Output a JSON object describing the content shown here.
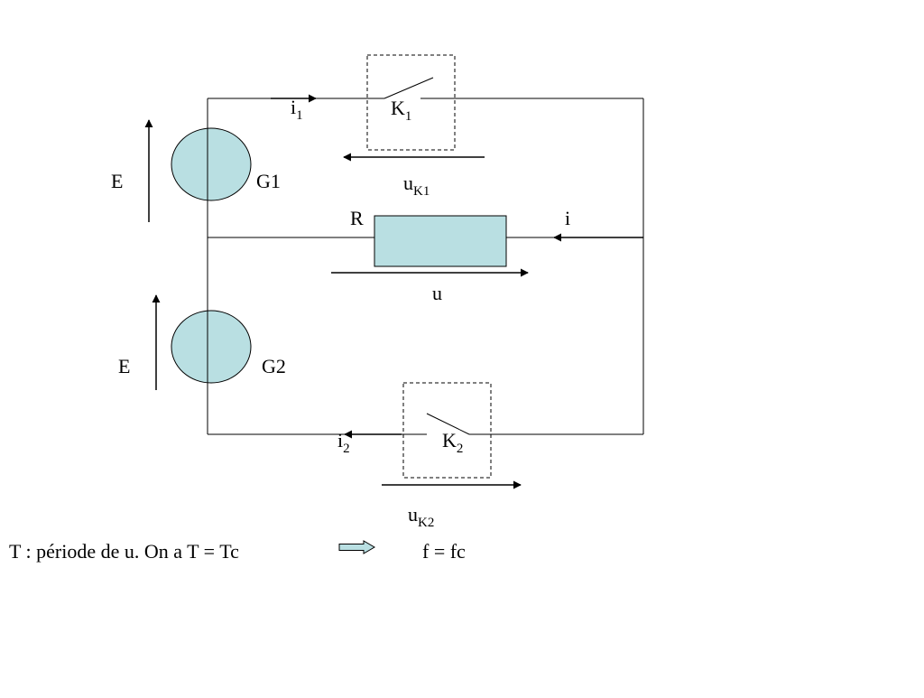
{
  "labels": {
    "generator_1": "G1",
    "generator_2": "G2",
    "emf_1": "E",
    "emf_2": "E",
    "current_1_main": "i",
    "current_1_sub": "1",
    "current_2_main": "i",
    "current_2_sub": "2",
    "switch_1_main": "K",
    "switch_1_sub": "1",
    "switch_2_main": "K",
    "switch_2_sub": "2",
    "voltage_k1_main": "u",
    "voltage_k1_sub": "K1",
    "voltage_k2_main": "u",
    "voltage_k2_sub": "K2",
    "resistor": "R",
    "load_current": "i",
    "load_voltage": "u"
  },
  "caption": {
    "left_text": "T : période de u.  On a T = Tc",
    "right_text": "f = fc"
  },
  "colors": {
    "component_fill": "#b9dfe2",
    "wire": "#000000"
  }
}
